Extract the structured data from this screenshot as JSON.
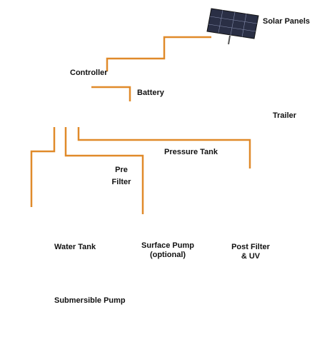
{
  "labels": {
    "solar_panels": "Solar Panels",
    "controller": "Controller",
    "battery": "Battery",
    "trailer": "Trailer",
    "pressure_tank": "Pressure Tank",
    "pre_filter_line1": "Pre",
    "pre_filter_line2": "Filter",
    "water_tank": "Water Tank",
    "surface_pump_line1": "Surface Pump",
    "surface_pump_line2": "(optional)",
    "post_filter_line1": "Post Filter",
    "post_filter_line2": "& UV",
    "submersible_pump": "Submersible Pump"
  },
  "colors": {
    "wire": "#e08a2a",
    "water_pipe": "#0000b8",
    "trailer_red": "#d31e14",
    "tank_purple": "#8f6f93",
    "pressure_tank_blue": "#3f6ea8",
    "filter_blue": "#2f5f9f",
    "battery_orange": "#e2a32c",
    "well_cyan": "#7fd8e8",
    "solar_panel": "#2a2f45"
  }
}
